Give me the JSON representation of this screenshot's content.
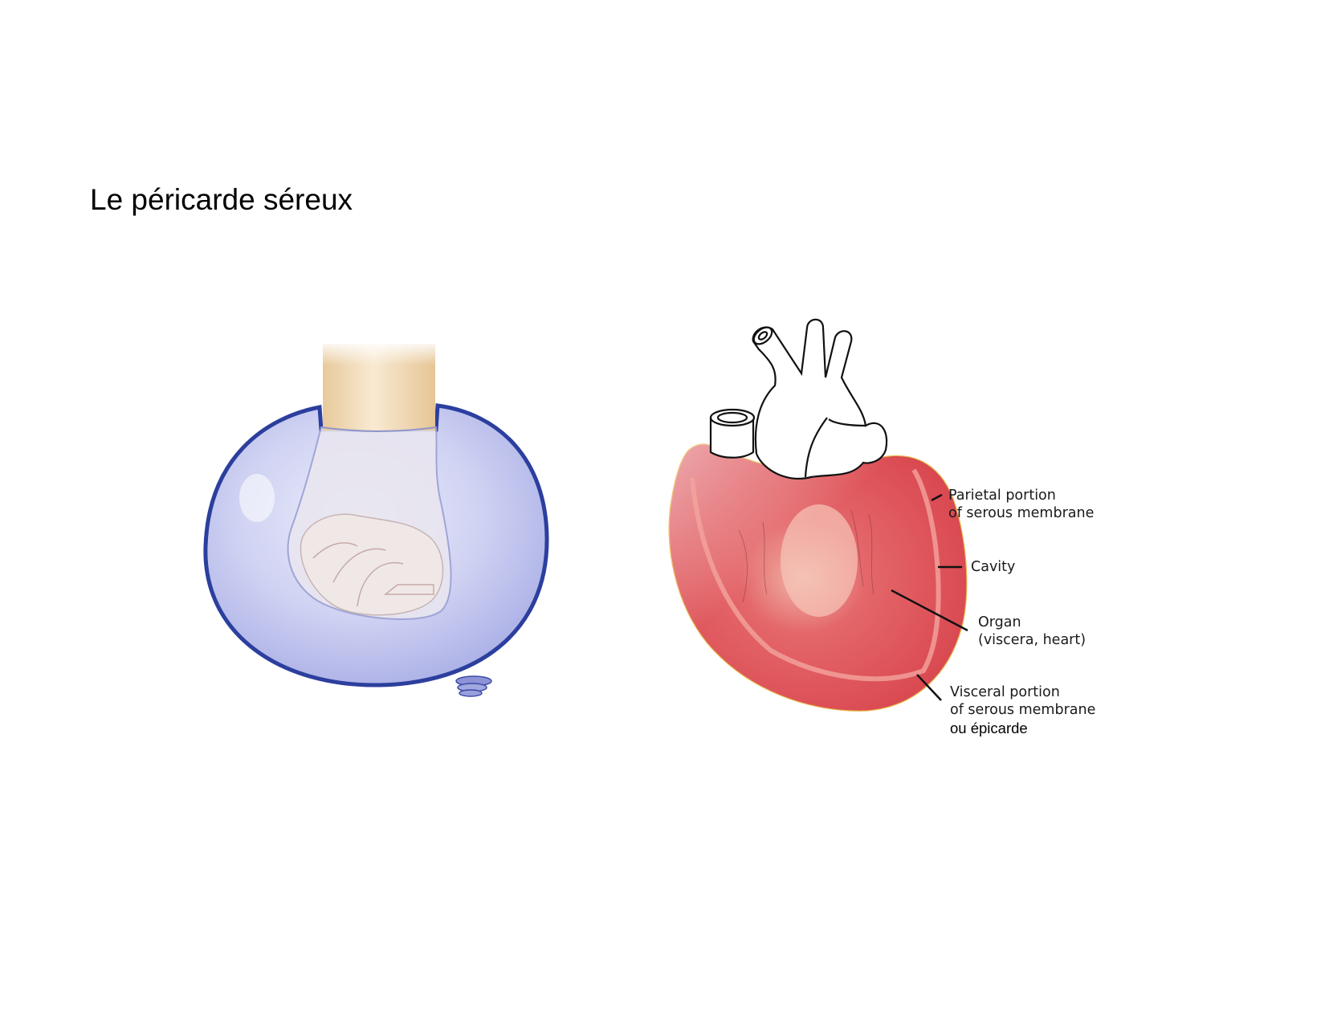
{
  "page": {
    "title": "Le péricarde séreux"
  },
  "figures": {
    "balloon": {
      "description": "Fist pushed into a blue balloon (analogy of serous pericardium)",
      "colors": {
        "balloon_outline": "#2c3f9e",
        "balloon_fill": "#c9cdf0",
        "wrist": "#f1dcb8",
        "fist": "#ece6ea"
      }
    },
    "heart": {
      "colors": {
        "heart_fill": "#e0585c",
        "heart_highlight": "#f3b1ae",
        "vessels_fill": "#ffffff",
        "outline": "#111111"
      },
      "labels": {
        "parietal_line1": "Parietal portion",
        "parietal_line2": "of serous membrane",
        "cavity": "Cavity",
        "organ_line1": "Organ",
        "organ_line2": "(viscera, heart)",
        "visceral_line1": "Visceral portion",
        "visceral_line2": "of serous membrane",
        "visceral_line3": "ou épicarde"
      }
    }
  }
}
